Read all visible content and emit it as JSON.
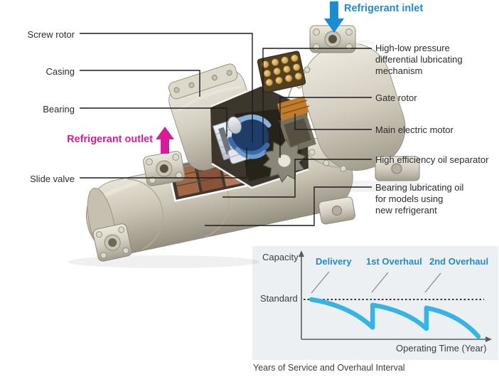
{
  "colors": {
    "inlet_blue": "#1b8dce",
    "outlet_magenta": "#d81b98",
    "curve_blue": "#35b5e6",
    "annotation_blue": "#1b8dce",
    "chart_panel_bg": "#edf0f3",
    "label_text": "#2b2b2b",
    "body_beige": "#cfcabb"
  },
  "diagram": {
    "refrigerant_inlet": "Refrigerant inlet",
    "refrigerant_outlet": "Refrigerant outlet",
    "left_labels": [
      {
        "id": "screw-rotor",
        "label": "Screw rotor"
      },
      {
        "id": "casing",
        "label": "Casing"
      },
      {
        "id": "bearing",
        "label": "Bearing"
      },
      {
        "id": "slide-valve",
        "label": "Slide valve"
      }
    ],
    "right_labels": [
      {
        "id": "high-low-pressure",
        "label": "High-low pressure\ndifferential lubricating\nmechanism"
      },
      {
        "id": "gate-rotor",
        "label": "Gate rotor"
      },
      {
        "id": "main-electric-motor",
        "label": "Main electric motor"
      },
      {
        "id": "oil-separator",
        "label": "High efficiency oil separator"
      },
      {
        "id": "bearing-lubricating-oil",
        "label": "Bearing lubricating oil\nfor models using\nnew refrigerant"
      }
    ]
  },
  "chart_data": {
    "type": "line",
    "title": "Years of Service and Overhaul Interval",
    "ylabel": "Capacity",
    "xlabel": "Operating Time (Year)",
    "reference_label": "Standard",
    "reference_value": 1.0,
    "annotations": [
      "Delivery",
      "1st Overhaul",
      "2nd Overhaul"
    ],
    "x_range_years": [
      0,
      9
    ],
    "grid": false,
    "legend": "none",
    "series_note": "Capacity declines with operating time and is restored (slightly below Standard) at each overhaul",
    "segments": [
      {
        "start_year": 0.0,
        "end_year": 3.3,
        "start_capacity": 1.0,
        "end_capacity": 0.3
      },
      {
        "start_year": 3.3,
        "end_year": 6.2,
        "start_capacity": 0.86,
        "end_capacity": 0.27
      },
      {
        "start_year": 6.2,
        "end_year": 9.0,
        "start_capacity": 0.79,
        "end_capacity": 0.07
      }
    ]
  }
}
